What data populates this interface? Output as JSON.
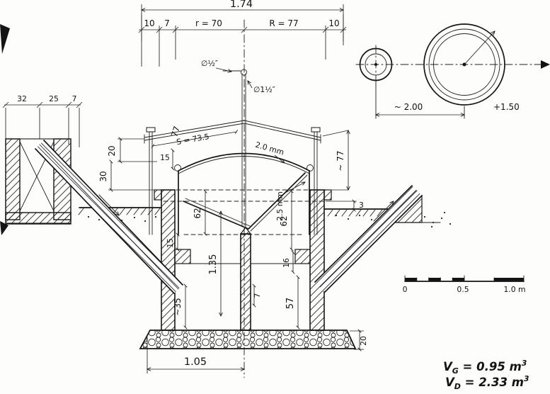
{
  "dims": {
    "overall": "1.74",
    "seg10a": "10",
    "seg7": "7",
    "r70": "r = 70",
    "R77": "R = 77",
    "seg10b": "10"
  },
  "detail": {
    "d32": "32",
    "d25": "25",
    "d7": "7"
  },
  "left": {
    "d20": "20",
    "d30": "30"
  },
  "roof": {
    "d77": "77",
    "slope": "S = 73.5",
    "d15": "15"
  },
  "pipes": {
    "small": "∅½″",
    "big": "∅1½″"
  },
  "sheets": {
    "dome": "2.0 mm",
    "wall": "2.5 mm"
  },
  "right": {
    "d77": "~ 77",
    "d3": "3"
  },
  "inner": {
    "d62l": "62",
    "d62r": "62",
    "d135": "1.35",
    "d15": "15",
    "d16": "16",
    "d7": "7",
    "d57": "57",
    "d35": "~35"
  },
  "base": {
    "d105": "1.05",
    "d20": "20"
  },
  "plan": {
    "dist": "~ 2.00",
    "level": "+1.50"
  },
  "scalebar": {
    "zero": "0",
    "half": "0.5",
    "one": "1.0 m"
  },
  "volumes": {
    "vg_v": "V",
    "vg_sub": "G",
    "vg_eq": " = 0.95 m",
    "vg_sup": "3",
    "vd_v": "V",
    "vd_sub": "D",
    "vd_eq": " = 2.33 m",
    "vd_sup": "3"
  },
  "colors": {
    "ink": "#1a1a1a",
    "paper": "#fdfdfb"
  }
}
